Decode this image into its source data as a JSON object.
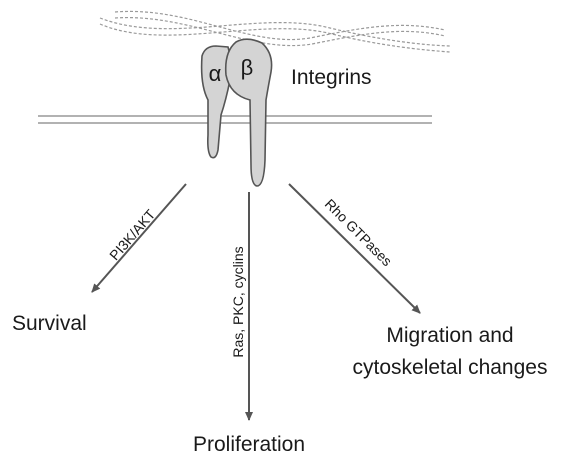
{
  "integrin": {
    "alpha_symbol": "α",
    "beta_symbol": "β",
    "label": "Integrins"
  },
  "pathways": [
    {
      "id": "survival",
      "pathway_label": "PI3K/AKT",
      "outcome_lines": [
        "Survival"
      ]
    },
    {
      "id": "proliferation",
      "pathway_label": "Ras, PKC, cyclins",
      "outcome_lines": [
        "Proliferation"
      ]
    },
    {
      "id": "migration",
      "pathway_label": "Rho GTPases",
      "outcome_lines": [
        "Migration and",
        "cytoskeletal changes"
      ]
    }
  ],
  "colors": {
    "subunit_fill": "#d4d4d4",
    "subunit_stroke": "#555555",
    "membrane": "#999999",
    "arrow": "#555555",
    "ecm_fiber": "#9a9a9a",
    "text": "#1a1a1a"
  }
}
